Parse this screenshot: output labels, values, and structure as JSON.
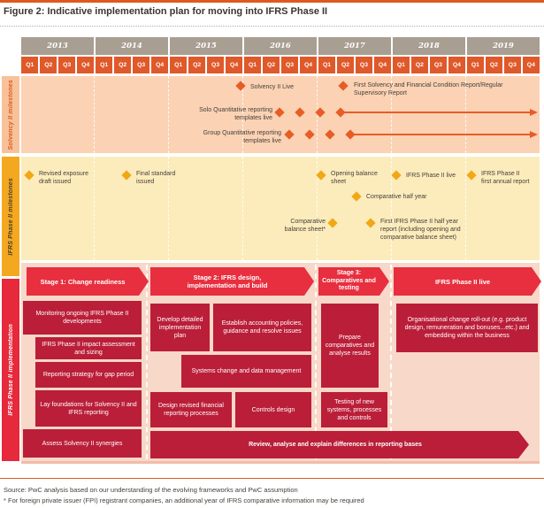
{
  "title": "Figure 2: Indicative implementation plan for moving into IFRS Phase II",
  "timeline": {
    "years": [
      "2013",
      "2014",
      "2015",
      "2016",
      "2017",
      "2018",
      "2019"
    ],
    "quarter_labels": [
      "Q1",
      "Q2",
      "Q3",
      "Q4"
    ]
  },
  "solvency": {
    "label": "Solvency II milestones",
    "milestones": {
      "live": "Solvency II Live",
      "first_report": "First Solvency and Financial Condition Report/Regular Supervisory Report",
      "solo": "Solo Quantitative reporting templates live",
      "group": "Group Quantitative reporting templates live"
    }
  },
  "ifrs": {
    "label": "IFRS Phase II milestones",
    "milestones": {
      "revised_draft": "Revised exposure draft issued",
      "final_standard": "Final standard issued",
      "opening_balance": "Opening balance sheet",
      "phase2_live": "IFRS Phase II live",
      "first_annual": "IFRS Phase II first annual report",
      "comparative_half_year": "Comparative half year",
      "comparative_balance": "Comparative balance sheet*",
      "first_half_year_report": "First IFRS Phase II half year report (including opening and comparative balance sheet)"
    }
  },
  "implementation": {
    "label": "IFRS Phase II implementation",
    "stages": {
      "s1": "Stage 1: Change readiness",
      "s2": "Stage 2: IFRS design, implementation and build",
      "s3": "Stage 3: Comparatives and testing",
      "s4": "IFRS Phase II live"
    },
    "activities": {
      "monitoring": "Monitoring ongoing IFRS Phase II developments",
      "impact": "IFRS Phase II impact assessment and sizing",
      "reporting_strategy": "Reporting strategy for gap period",
      "lay_foundations": "Lay foundations for Solvency II and IFRS reporting",
      "assess_synergies": "Assess Solvency II synergies",
      "develop_plan": "Develop detailed implementation plan",
      "establish_policies": "Establish accounting policies, guidance and resolve issues",
      "systems_change": "Systems change and data management",
      "design_processes": "Design revised financial reporting processes",
      "controls_design": "Controls design",
      "prepare_comparatives": "Prepare comparatives and analyse results",
      "testing": "Testing of new systems, processes and controls",
      "org_change": "Organisational change roll-out (e.g. product design, remuneration and bonuses...etc.) and embedding within the business",
      "review": "Review, analyse and explain differences in reporting bases"
    }
  },
  "footer": {
    "source": "Source: PwC analysis based on our understanding of the evolving frameworks and PwC assumption",
    "note": "* For foreign private issuer (FPI) registrant companies, an additional year of IFRS comparative information may be required"
  },
  "colors": {
    "accent_orange": "#dd5a1f",
    "quarter_orange": "#e0592a",
    "year_gray": "#a89e91",
    "solvency_band": "#fbd2b4",
    "solvency_sidebar": "#f7c299",
    "solvency_accent": "#e85c26",
    "ifrs_band": "#fcecbc",
    "ifrs_sidebar": "#f4a81f",
    "ifrs_accent": "#f2a716",
    "impl_band": "#f8d8c8",
    "impl_sidebar": "#e6293b",
    "stage_red": "#e72f3f",
    "box_red": "#ba1e38",
    "text_dark": "#3b352f"
  }
}
